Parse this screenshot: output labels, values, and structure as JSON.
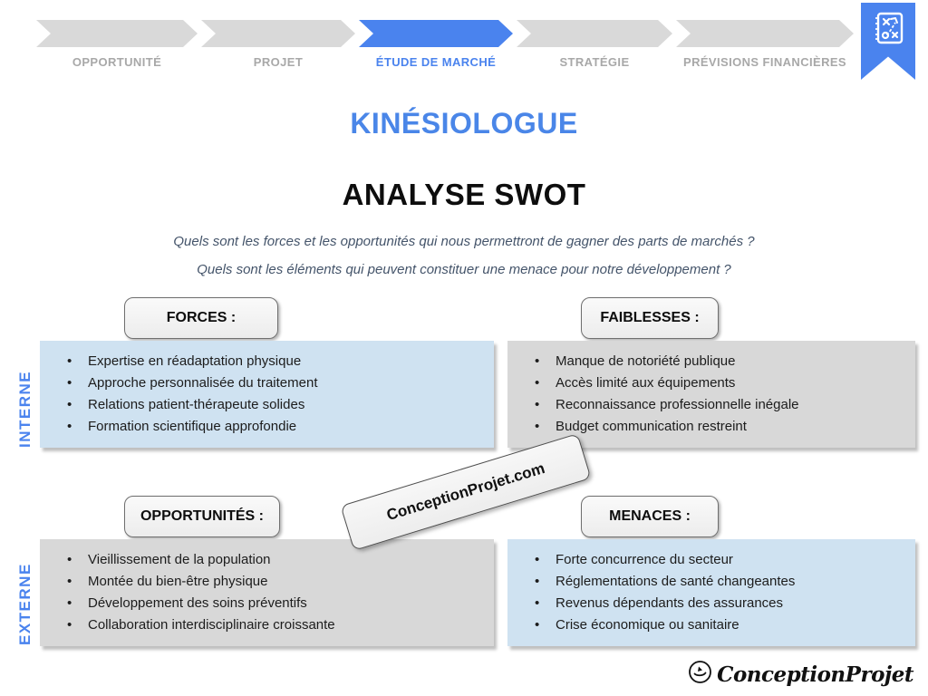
{
  "stepper": {
    "steps": [
      {
        "label": "OPPORTUNITÉ",
        "active": false
      },
      {
        "label": "PROJET",
        "active": false
      },
      {
        "label": "ÉTUDE DE MARCHÉ",
        "active": true
      },
      {
        "label": "STRATÉGIE",
        "active": false
      },
      {
        "label": "PRÉVISIONS FINANCIÈRES",
        "active": false
      }
    ]
  },
  "titles": {
    "main": "KINÉSIOLOGUE",
    "subtitle": "ANALYSE SWOT"
  },
  "questions": {
    "q1": "Quels sont les forces et les opportunités qui nous permettront de gagner des parts de marchés ?",
    "q2": "Quels sont les éléments qui peuvent constituer une menace pour notre développement ?"
  },
  "axes": {
    "internal": "INTERNE",
    "external": "EXTERNE"
  },
  "quadrants": {
    "forces": {
      "title": "FORCES :",
      "items": [
        "Expertise en réadaptation physique",
        "Approche personnalisée du traitement",
        "Relations patient-thérapeute solides",
        "Formation scientifique approfondie"
      ]
    },
    "faiblesses": {
      "title": "FAIBLESSES :",
      "items": [
        "Manque de notoriété publique",
        "Accès limité aux équipements",
        "Reconnaissance professionnelle inégale",
        "Budget communication restreint"
      ]
    },
    "opportunites": {
      "title": "OPPORTUNITÉS :",
      "items": [
        "Vieillissement de la population",
        "Montée du bien-être physique",
        "Développement des soins préventifs",
        "Collaboration interdisciplinaire croissante"
      ]
    },
    "menaces": {
      "title": "MENACES :",
      "items": [
        "Forte concurrence du secteur",
        "Réglementations de santé changeantes",
        "Revenus dépendants des assurances",
        "Crise économique ou sanitaire"
      ]
    }
  },
  "watermark": {
    "text": "ConceptionProjet.com"
  },
  "footer": {
    "brand": "ConceptionProjet"
  },
  "icons": {
    "bookmark": "strategy-playbook-icon",
    "footer": "hand-logo-icon"
  },
  "colors": {
    "accent_blue": "#4a83ee",
    "title_blue": "#4a86e8",
    "panel_blue": "#cfe2f1",
    "panel_gray": "#d8d8d8",
    "arrow_gray": "#d9d9d9",
    "step_label_gray": "#a8a8a8",
    "question_slate": "#44546a",
    "body_text": "#1c1c1c"
  }
}
